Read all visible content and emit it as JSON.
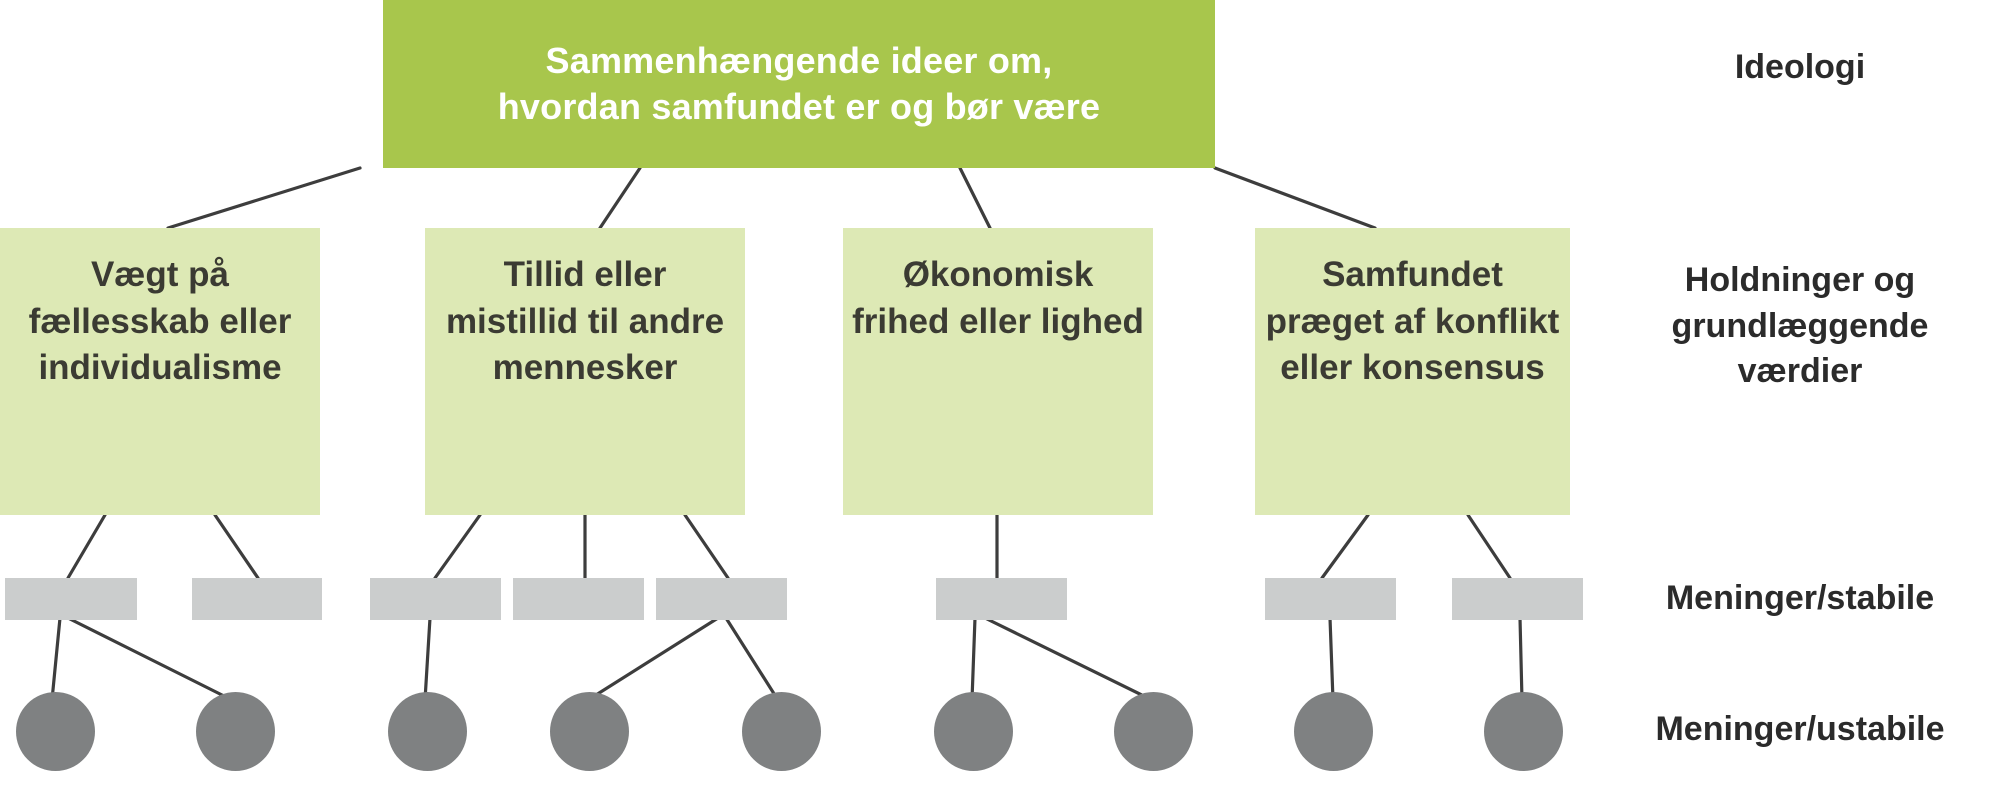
{
  "diagram": {
    "title": "Ideologi-hierarki",
    "colors": {
      "root_fill": "#a8c64c",
      "root_text": "#ffffff",
      "attitude_fill": "#dde9b5",
      "attitude_text": "#3b3b33",
      "opinion_bar_fill": "#cbcdcd",
      "opinion_dot_fill": "#7f8182",
      "edge_stroke": "#3d3d3d",
      "background": "#ffffff",
      "label_text": "#2b2b2b"
    },
    "root": {
      "label": "Sammenhængende ideer om, hvordan samfundet er og bør være",
      "line1": "Sammenhængende ideer om,",
      "line2": "hvordan samfundet er og bør være"
    },
    "attitudes": [
      {
        "label": "Vægt på fællesskab eller individualisme"
      },
      {
        "label": "Tillid eller mistillid til andre mennesker"
      },
      {
        "label": "Økonomisk frihed eller lighed"
      },
      {
        "label": "Samfundet præget af konflikt eller konsensus"
      }
    ],
    "opinion_bars": [
      {
        "group": 1
      },
      {
        "group": 1
      },
      {
        "group": 2
      },
      {
        "group": 2
      },
      {
        "group": 2
      },
      {
        "group": 3
      },
      {
        "group": 4
      },
      {
        "group": 4
      }
    ],
    "opinion_dots": [
      {
        "group": 1
      },
      {
        "group": 1
      },
      {
        "group": 2
      },
      {
        "group": 2
      },
      {
        "group": 2
      },
      {
        "group": 3
      },
      {
        "group": 3
      },
      {
        "group": 4
      },
      {
        "group": 4
      }
    ],
    "row_labels": {
      "level1": "Ideologi",
      "level2": "Holdninger og grundlæggende værdier",
      "level2_line1": "Holdninger og",
      "level2_line2": "grundlæggende",
      "level2_line3": "værdier",
      "level3": "Meninger/stabile",
      "level4": "Meninger/ustabile"
    }
  }
}
